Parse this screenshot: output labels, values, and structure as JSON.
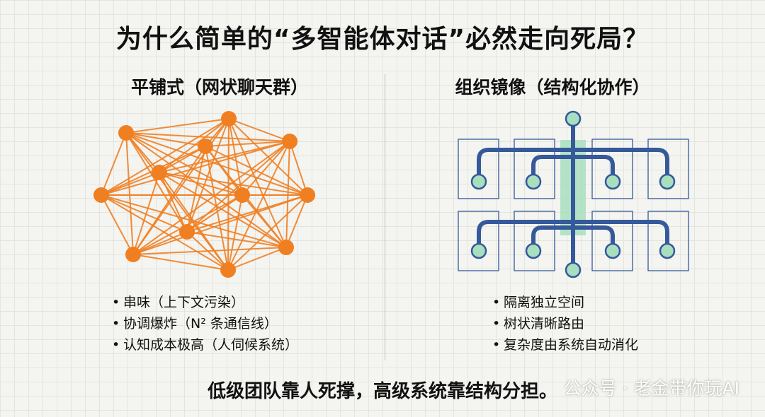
{
  "title": "为什么简单的“多智能体对话”必然走向死局？",
  "left": {
    "subtitle": "平铺式（网状聊天群）",
    "bullets": [
      "串味（上下文污染）",
      "协调爆炸（N² 条通信线）",
      "认知成本极高（人伺候系统）"
    ],
    "color": "#f07f22"
  },
  "right": {
    "subtitle": "组织镜像（结构化协作）",
    "bullets": [
      "隔离独立空间",
      "树状清晰路由",
      "复杂度由系统自动消化"
    ],
    "tree_color": "#35599a",
    "node_fill": "#a8dfbf",
    "highlight_color": "#9fdcb8"
  },
  "footer": "低级团队靠人死撑，高级系统靠结构分担。",
  "watermark": "公众号 · 老金带你玩AI"
}
